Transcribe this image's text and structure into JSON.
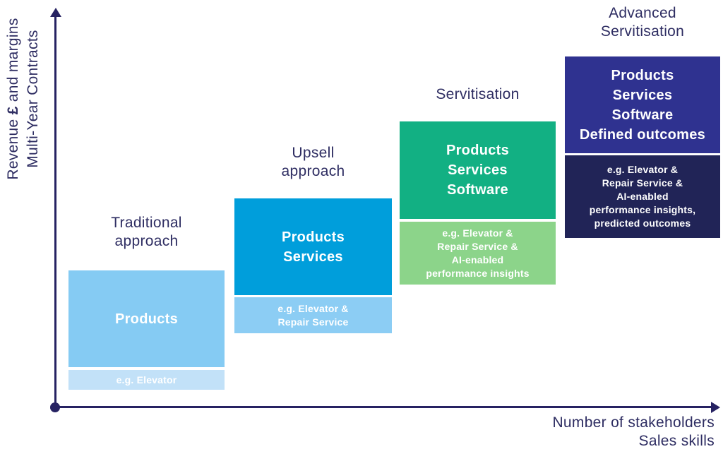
{
  "colors": {
    "axis": "#262262",
    "label_text": "#2E2D62",
    "stage1_box": "#85CBF3",
    "stage1_example": "#C2E1F8",
    "stage2_box": "#009EDB",
    "stage2_example": "#8CCDF4",
    "stage3_box": "#12B083",
    "stage3_example": "#8CD48A",
    "stage4_box": "#2F3290",
    "stage4_example": "#212457"
  },
  "axes": {
    "y_label_line1_pre": "Revenue ",
    "y_label_line1_currency": "£",
    "y_label_line1_post": " and margins",
    "y_label_line2": "Multi-Year Contracts",
    "x_label_line1": "Number of stakeholders",
    "x_label_line2": "Sales skills"
  },
  "columns": [
    {
      "stage_label": "Traditional\napproach",
      "box_title": "Products",
      "example": "e.g. Elevator"
    },
    {
      "stage_label": "Upsell\napproach",
      "box_title": "Products\nServices",
      "example": "e.g. Elevator &\nRepair Service"
    },
    {
      "stage_label": "Servitisation",
      "box_title": "Products\nServices\nSoftware",
      "example": "e.g. Elevator &\nRepair Service &\nAI-enabled\nperformance insights"
    },
    {
      "stage_label": "Advanced\nServitisation",
      "box_title": "Products\nServices\nSoftware\nDefined outcomes",
      "example": "e.g. Elevator &\nRepair Service &\nAI-enabled\nperformance insights,\npredicted outcomes"
    }
  ]
}
